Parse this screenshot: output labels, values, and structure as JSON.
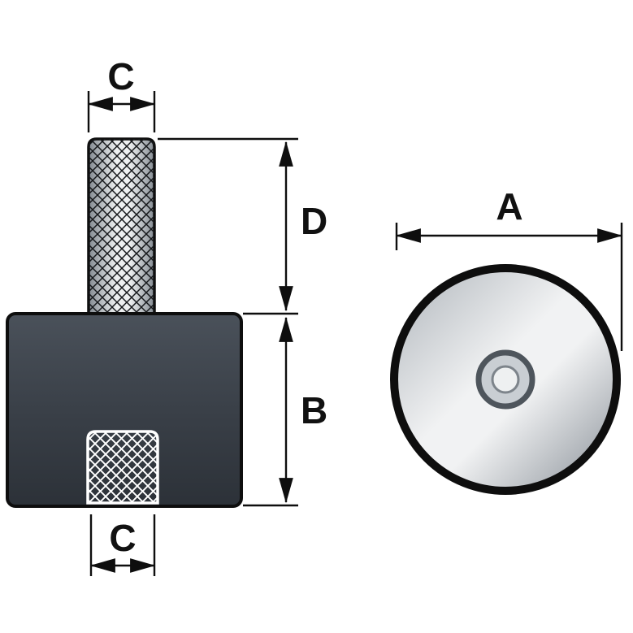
{
  "diagram": {
    "labels": {
      "A": "A",
      "B": "B",
      "C_top": "C",
      "C_bottom": "C",
      "D": "D"
    },
    "colors": {
      "background": "#ffffff",
      "outline": "#0e0e0e",
      "body_light": "#4a515a",
      "body_mid": "#3a4048",
      "body_dark": "#2c3138",
      "stud_edge": "#848b92",
      "stud_light": "#eef0f1",
      "face_light": "#f1f2f3",
      "face_mid": "#aeb4ba",
      "face_dark": "#878e96",
      "hatch": "#16181b",
      "hole_hatch": "#ffffff",
      "hub_ring": "#c9ced3",
      "hub_ring_stroke": "#4e555c",
      "hub_hole": "#eef0f1",
      "hub_hole_stroke": "#7d848b"
    }
  }
}
